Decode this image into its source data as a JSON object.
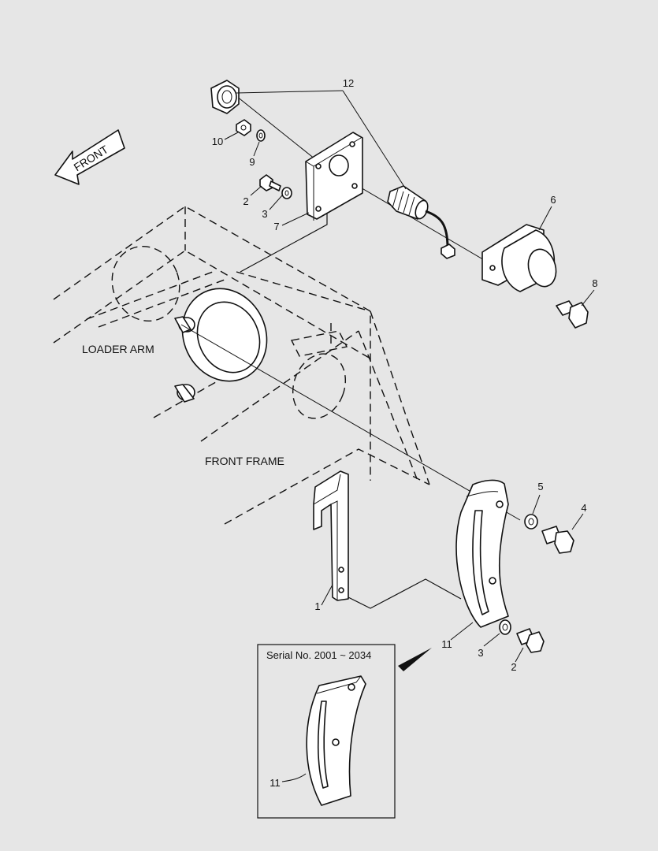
{
  "labels": {
    "front_arrow": "FRONT",
    "loader_arm": "LOADER ARM",
    "front_frame": "FRONT FRAME",
    "inset_title": "Serial No. 2001 ~ 2034"
  },
  "callouts": {
    "c12": "12",
    "c10": "10",
    "c9": "9",
    "c2_top": "2",
    "c3_top": "3",
    "c7": "7",
    "c6": "6",
    "c8": "8",
    "c5": "5",
    "c4": "4",
    "c1": "1",
    "c11": "11",
    "c3_bottom": "3",
    "c2_bottom": "2",
    "c11_inset": "11"
  }
}
